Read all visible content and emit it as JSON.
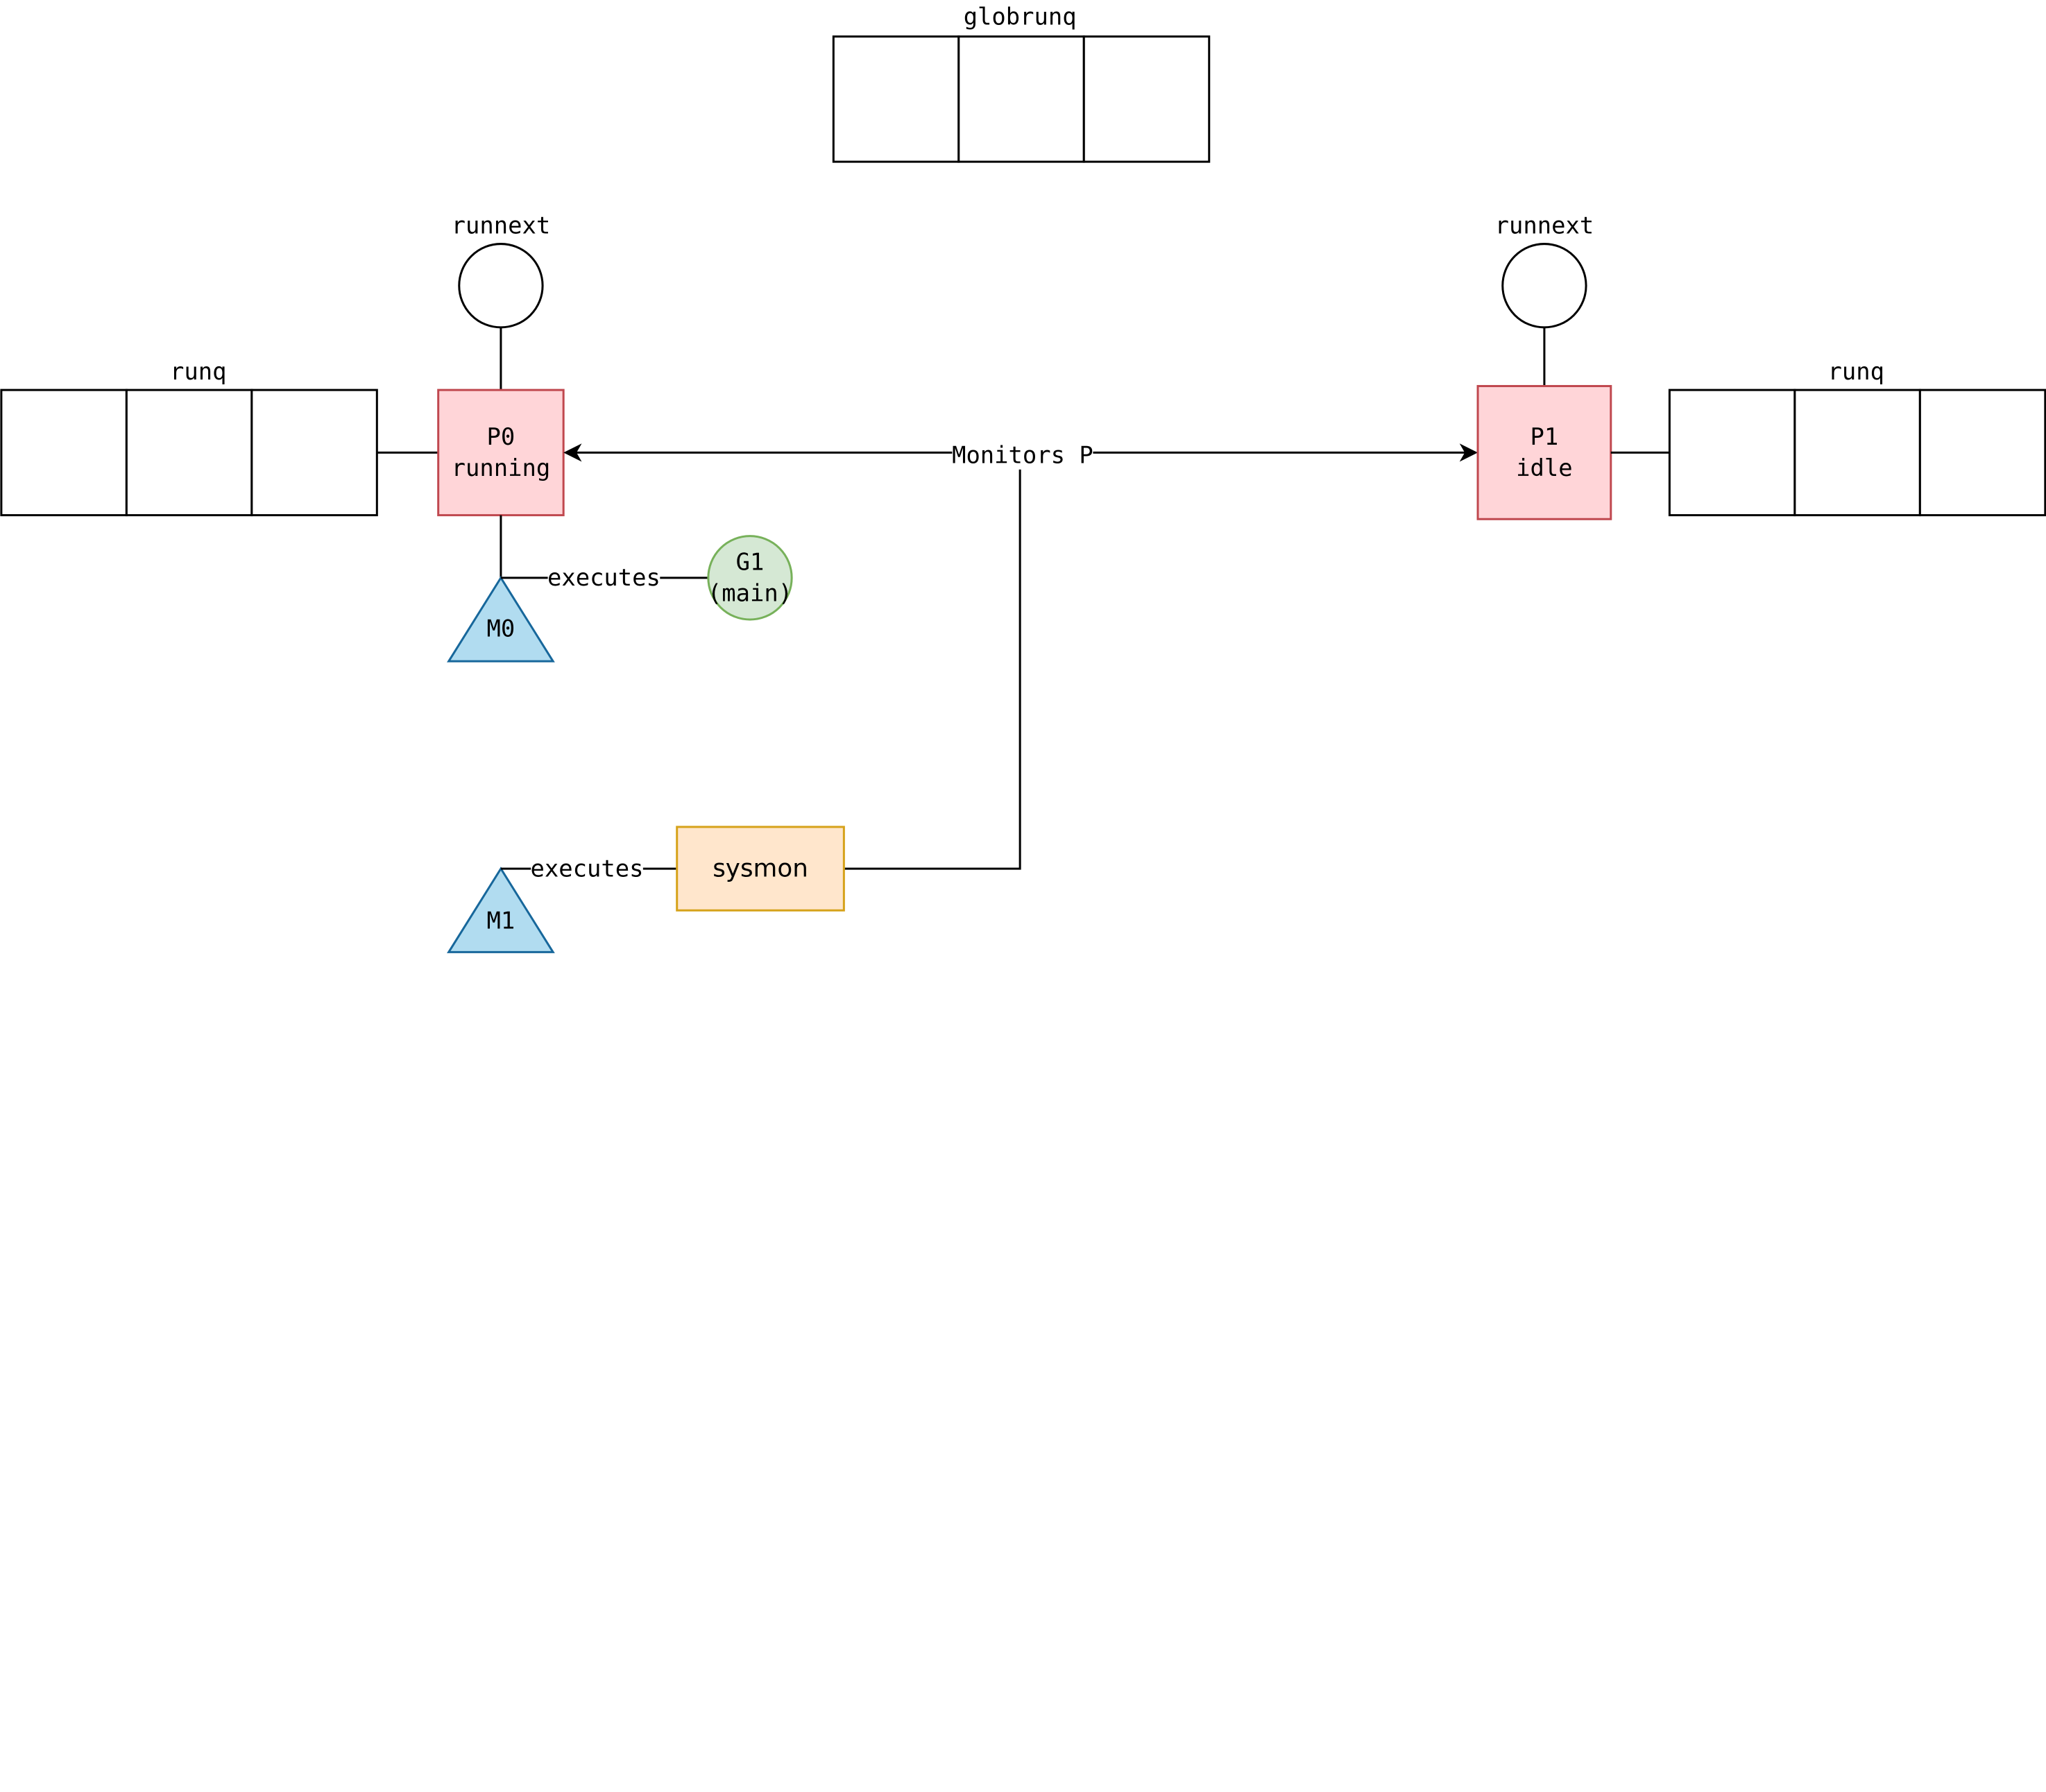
{
  "globrunq": {
    "label": "globrunq"
  },
  "p0": {
    "name": "P0",
    "state": "running",
    "runnext_label": "runnext",
    "runq_label": "runq"
  },
  "p1": {
    "name": "P1",
    "state": "idle",
    "runnext_label": "runnext",
    "runq_label": "runq"
  },
  "m0": {
    "name": "M0",
    "edge_label": "executes"
  },
  "m1": {
    "name": "M1",
    "edge_label": "executes"
  },
  "g1": {
    "name": "G1",
    "detail": "(main)"
  },
  "sysmon": {
    "name": "sysmon",
    "edge_label": "Monitors P"
  },
  "colors": {
    "p_fill": "#ffd5d8",
    "p_stroke": "#c0484f",
    "m_fill": "#b1dcf0",
    "m_stroke": "#17679b",
    "g_fill": "#d5e8d4",
    "g_stroke": "#77b15a",
    "sysmon_fill": "#ffe6cc",
    "sysmon_stroke": "#d6a21a"
  },
  "icons": {
    "processor": "square-node",
    "machine": "triangle-node",
    "goroutine": "circle-node",
    "runnext_slot": "circle-slot",
    "queue": "three-cell-queue"
  }
}
